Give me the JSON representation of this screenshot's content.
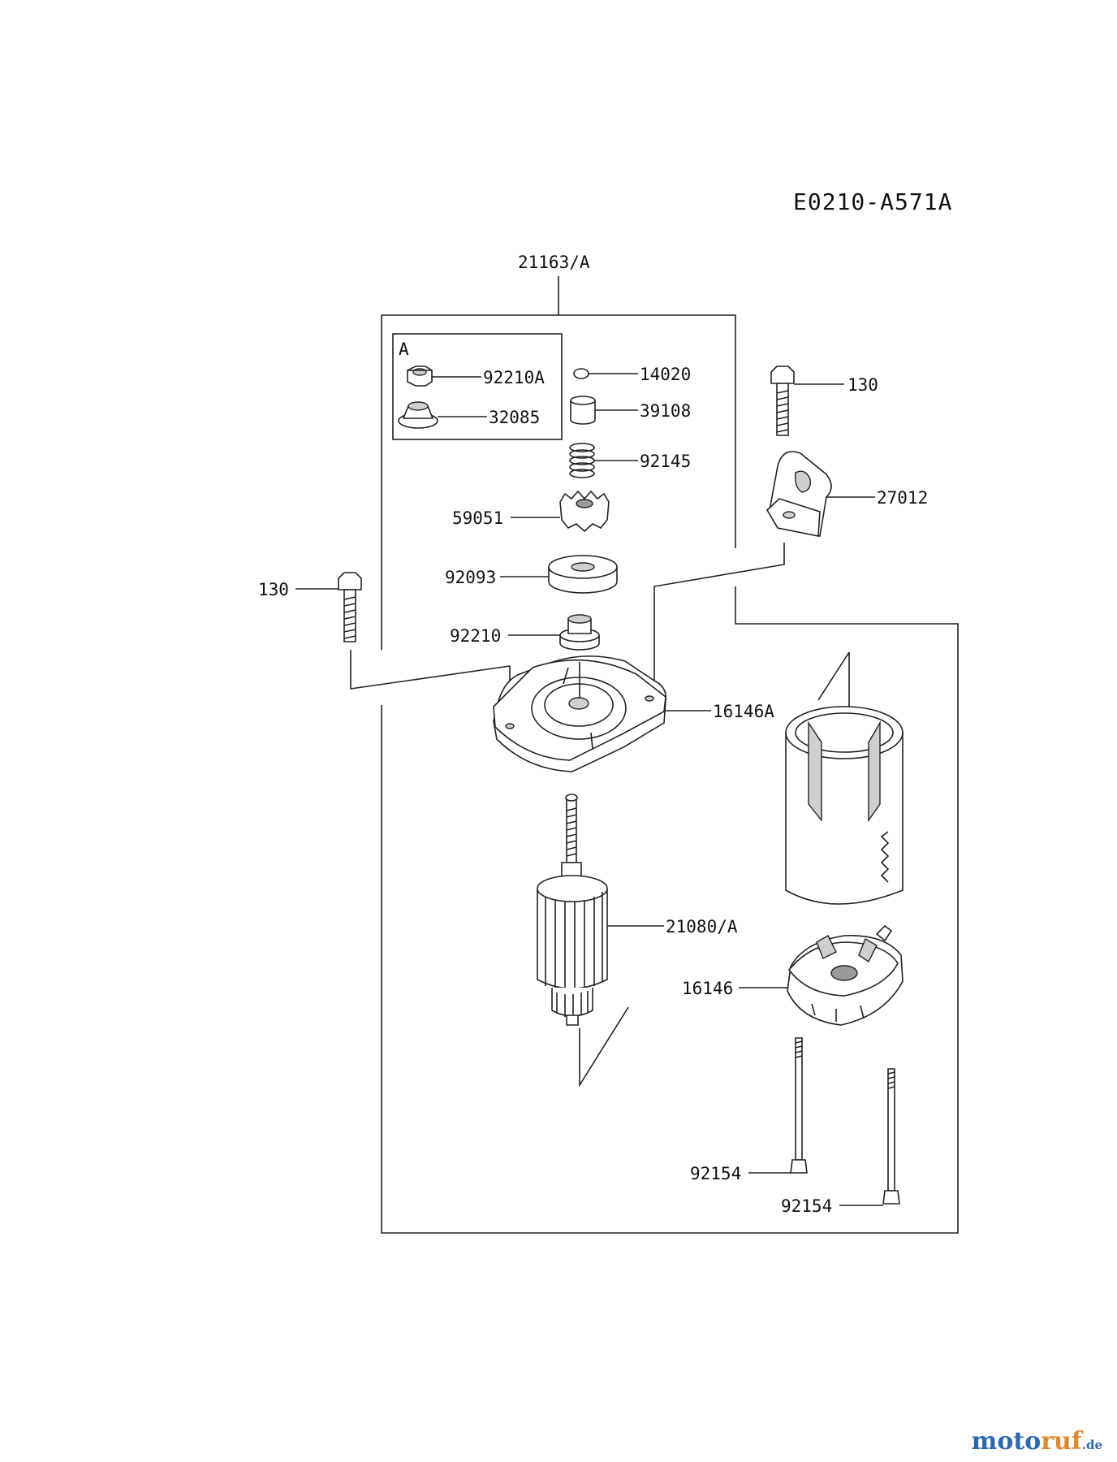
{
  "diagram_code": "E0210-A571A",
  "labels": {
    "assembly": "21163/A",
    "kit_letter": "A",
    "p92210A": "92210A",
    "p32085": "32085",
    "p14020": "14020",
    "p39108": "39108",
    "p92145": "92145",
    "p59051": "59051",
    "p92093": "92093",
    "p92210": "92210",
    "p130_left": "130",
    "p130_right": "130",
    "p27012": "27012",
    "p16146A": "16146A",
    "p21080A": "21080/A",
    "p16146": "16146",
    "p92154_a": "92154",
    "p92154_b": "92154"
  },
  "watermark": {
    "part1": "moto",
    "part2": "ruf",
    "part3": ".de"
  }
}
